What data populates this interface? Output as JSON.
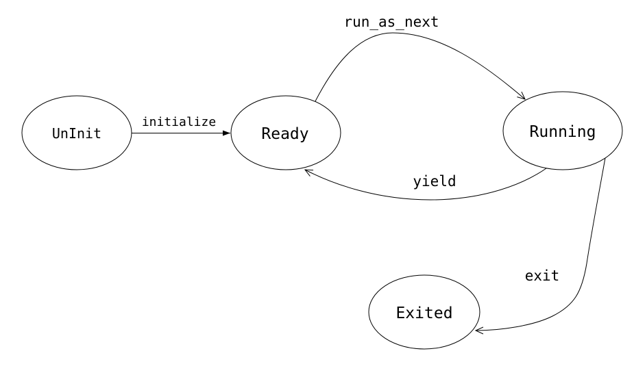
{
  "diagram": {
    "kind": "state-machine",
    "background_color": "#ffffff",
    "line_color": "#000000",
    "text_color": "#000000",
    "nodes": [
      {
        "id": "uninit",
        "label": "UnInit"
      },
      {
        "id": "ready",
        "label": "Ready"
      },
      {
        "id": "running",
        "label": "Running"
      },
      {
        "id": "exited",
        "label": "Exited"
      }
    ],
    "edges": [
      {
        "id": "initialize",
        "label": "initialize",
        "from": "UnInit",
        "to": "Ready",
        "arrowhead": "filled"
      },
      {
        "id": "run_as_next",
        "label": "run_as_next",
        "from": "Ready",
        "to": "Running",
        "arrowhead": "open"
      },
      {
        "id": "yield",
        "label": "yield",
        "from": "Running",
        "to": "Ready",
        "arrowhead": "open"
      },
      {
        "id": "exit",
        "label": "exit",
        "from": "Running",
        "to": "Exited",
        "arrowhead": "open"
      }
    ]
  }
}
